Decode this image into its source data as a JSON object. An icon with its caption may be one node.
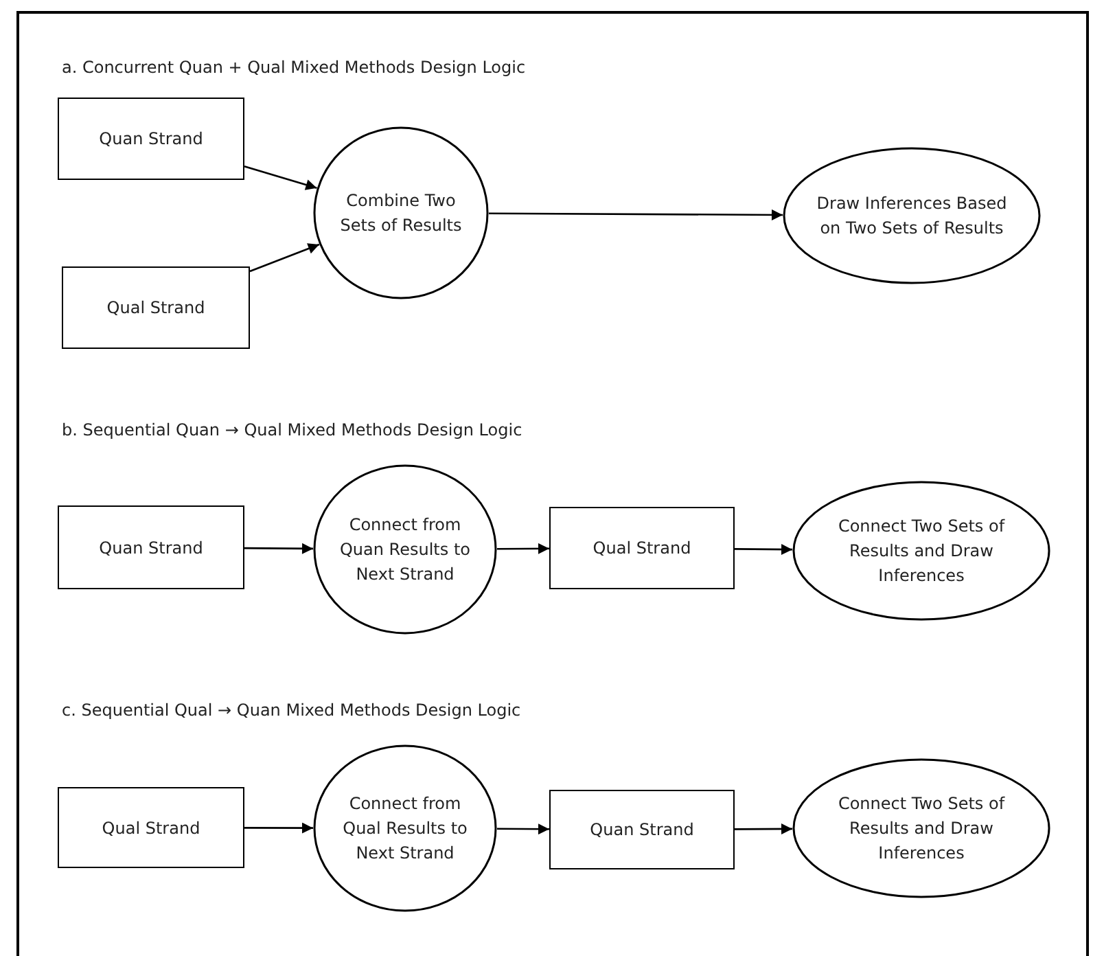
{
  "diagram": {
    "nodes": [
      {
        "text": [
          "Quan Strand"
        ]
      },
      {
        "text": [
          "Qual Strand"
        ]
      },
      {
        "text": [
          "Combine Two Sets of Results"
        ]
      },
      {
        "text": [
          "Draw Inferences Based on Two Sets of Results"
        ]
      },
      {
        "text": [
          "Quan Strand"
        ]
      },
      {
        "text": [
          "Connect from Quan Results to Next Strand"
        ]
      },
      {
        "text": [
          "Qual Strand"
        ]
      },
      {
        "text": [
          "Connect Two Sets of Results and Draw Inferences"
        ]
      },
      {
        "text": [
          "Qual Strand"
        ]
      },
      {
        "text": [
          "Connect from Qual Results to Next Strand"
        ]
      },
      {
        "text": [
          "Quan Strand"
        ]
      },
      {
        "text": [
          "Connect Two Sets of Results and Draw Inferences"
        ]
      }
    ],
    "edges": [
      {
        "from": 0,
        "to": 2,
        "arrow": "to"
      },
      {
        "from": 1,
        "to": 2,
        "arrow": "to"
      },
      {
        "from": 2,
        "to": 3,
        "arrow": "to"
      },
      {
        "from": 4,
        "to": 5,
        "arrow": "to"
      },
      {
        "from": 5,
        "to": 6,
        "arrow": "to"
      },
      {
        "from": 6,
        "to": 7,
        "arrow": "to"
      },
      {
        "from": 8,
        "to": 9,
        "arrow": "to"
      },
      {
        "from": 9,
        "to": 10,
        "arrow": "to"
      },
      {
        "from": 10,
        "to": 11,
        "arrow": "to"
      }
    ],
    "labels": [
      "a. Concurrent Quan + Qual Mixed Methods Design Logic",
      "b. Sequential Quan → Qual Mixed Methods Design Logic",
      "c. Sequential Qual → Quan Mixed Methods Design Logic"
    ]
  }
}
